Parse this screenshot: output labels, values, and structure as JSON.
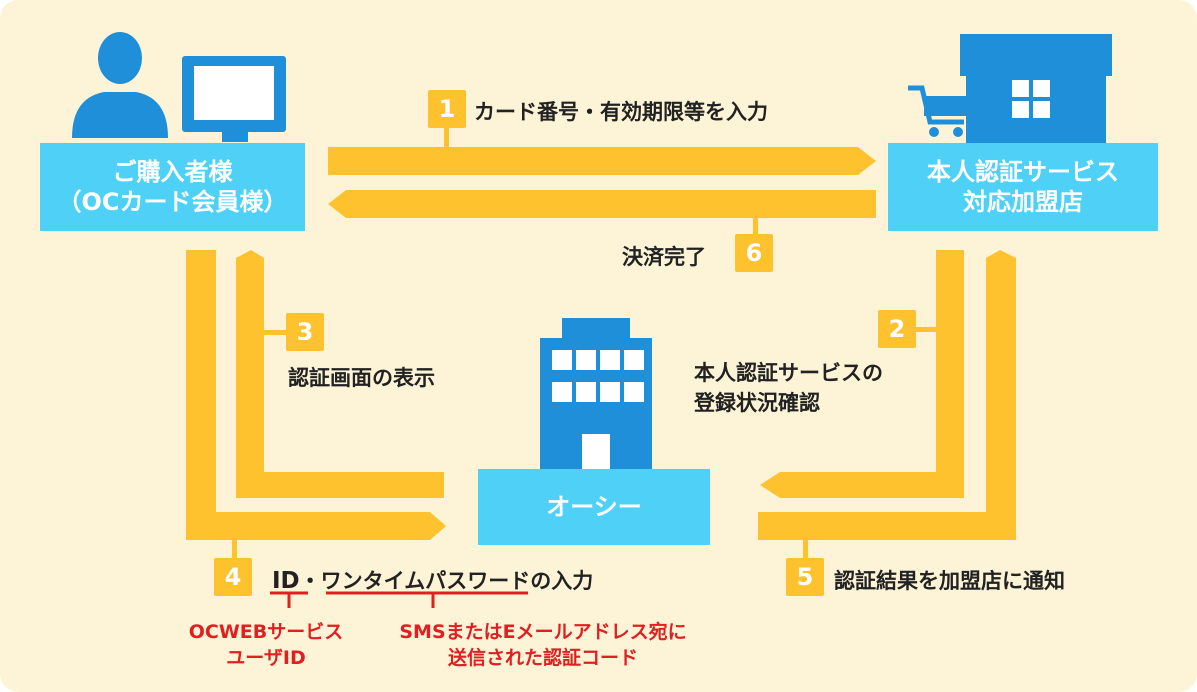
{
  "nodes": {
    "buyer": {
      "line1": "ご購入者様",
      "line2": "（OCカード会員様）"
    },
    "merchant": {
      "line1": "本人認証サービス",
      "line2": "対応加盟店"
    },
    "company": {
      "label": "オーシー"
    }
  },
  "steps": [
    {
      "num": "1",
      "text": "カード番号・有効期限等を入力"
    },
    {
      "num": "2",
      "text_line1": "本人認証サービスの",
      "text_line2": "登録状況確認"
    },
    {
      "num": "3",
      "text": "認証画面の表示"
    },
    {
      "num": "4",
      "text_id": "ID",
      "text_rest": "・ワンタイムパスワードの入力"
    },
    {
      "num": "5",
      "text": "認証結果を加盟店に通知"
    },
    {
      "num": "6",
      "text": "決済完了"
    }
  ],
  "notes": {
    "id_note": {
      "line1": "OCWEBサービス",
      "line2": "ユーザID"
    },
    "password_note": {
      "line1": "SMSまたはEメールアドレス宛に",
      "line2": "送信された認証コード"
    }
  },
  "colors": {
    "background": "#fdf4d8",
    "node_fill": "#4fd0f7",
    "arrow": "#fdc22d",
    "badge": "#fdc22d",
    "icon_blue": "#1e8fd8",
    "note_red": "#e02020"
  },
  "icons": [
    "person-icon",
    "monitor-icon",
    "store-icon",
    "shopping-cart-icon",
    "office-building-icon"
  ]
}
